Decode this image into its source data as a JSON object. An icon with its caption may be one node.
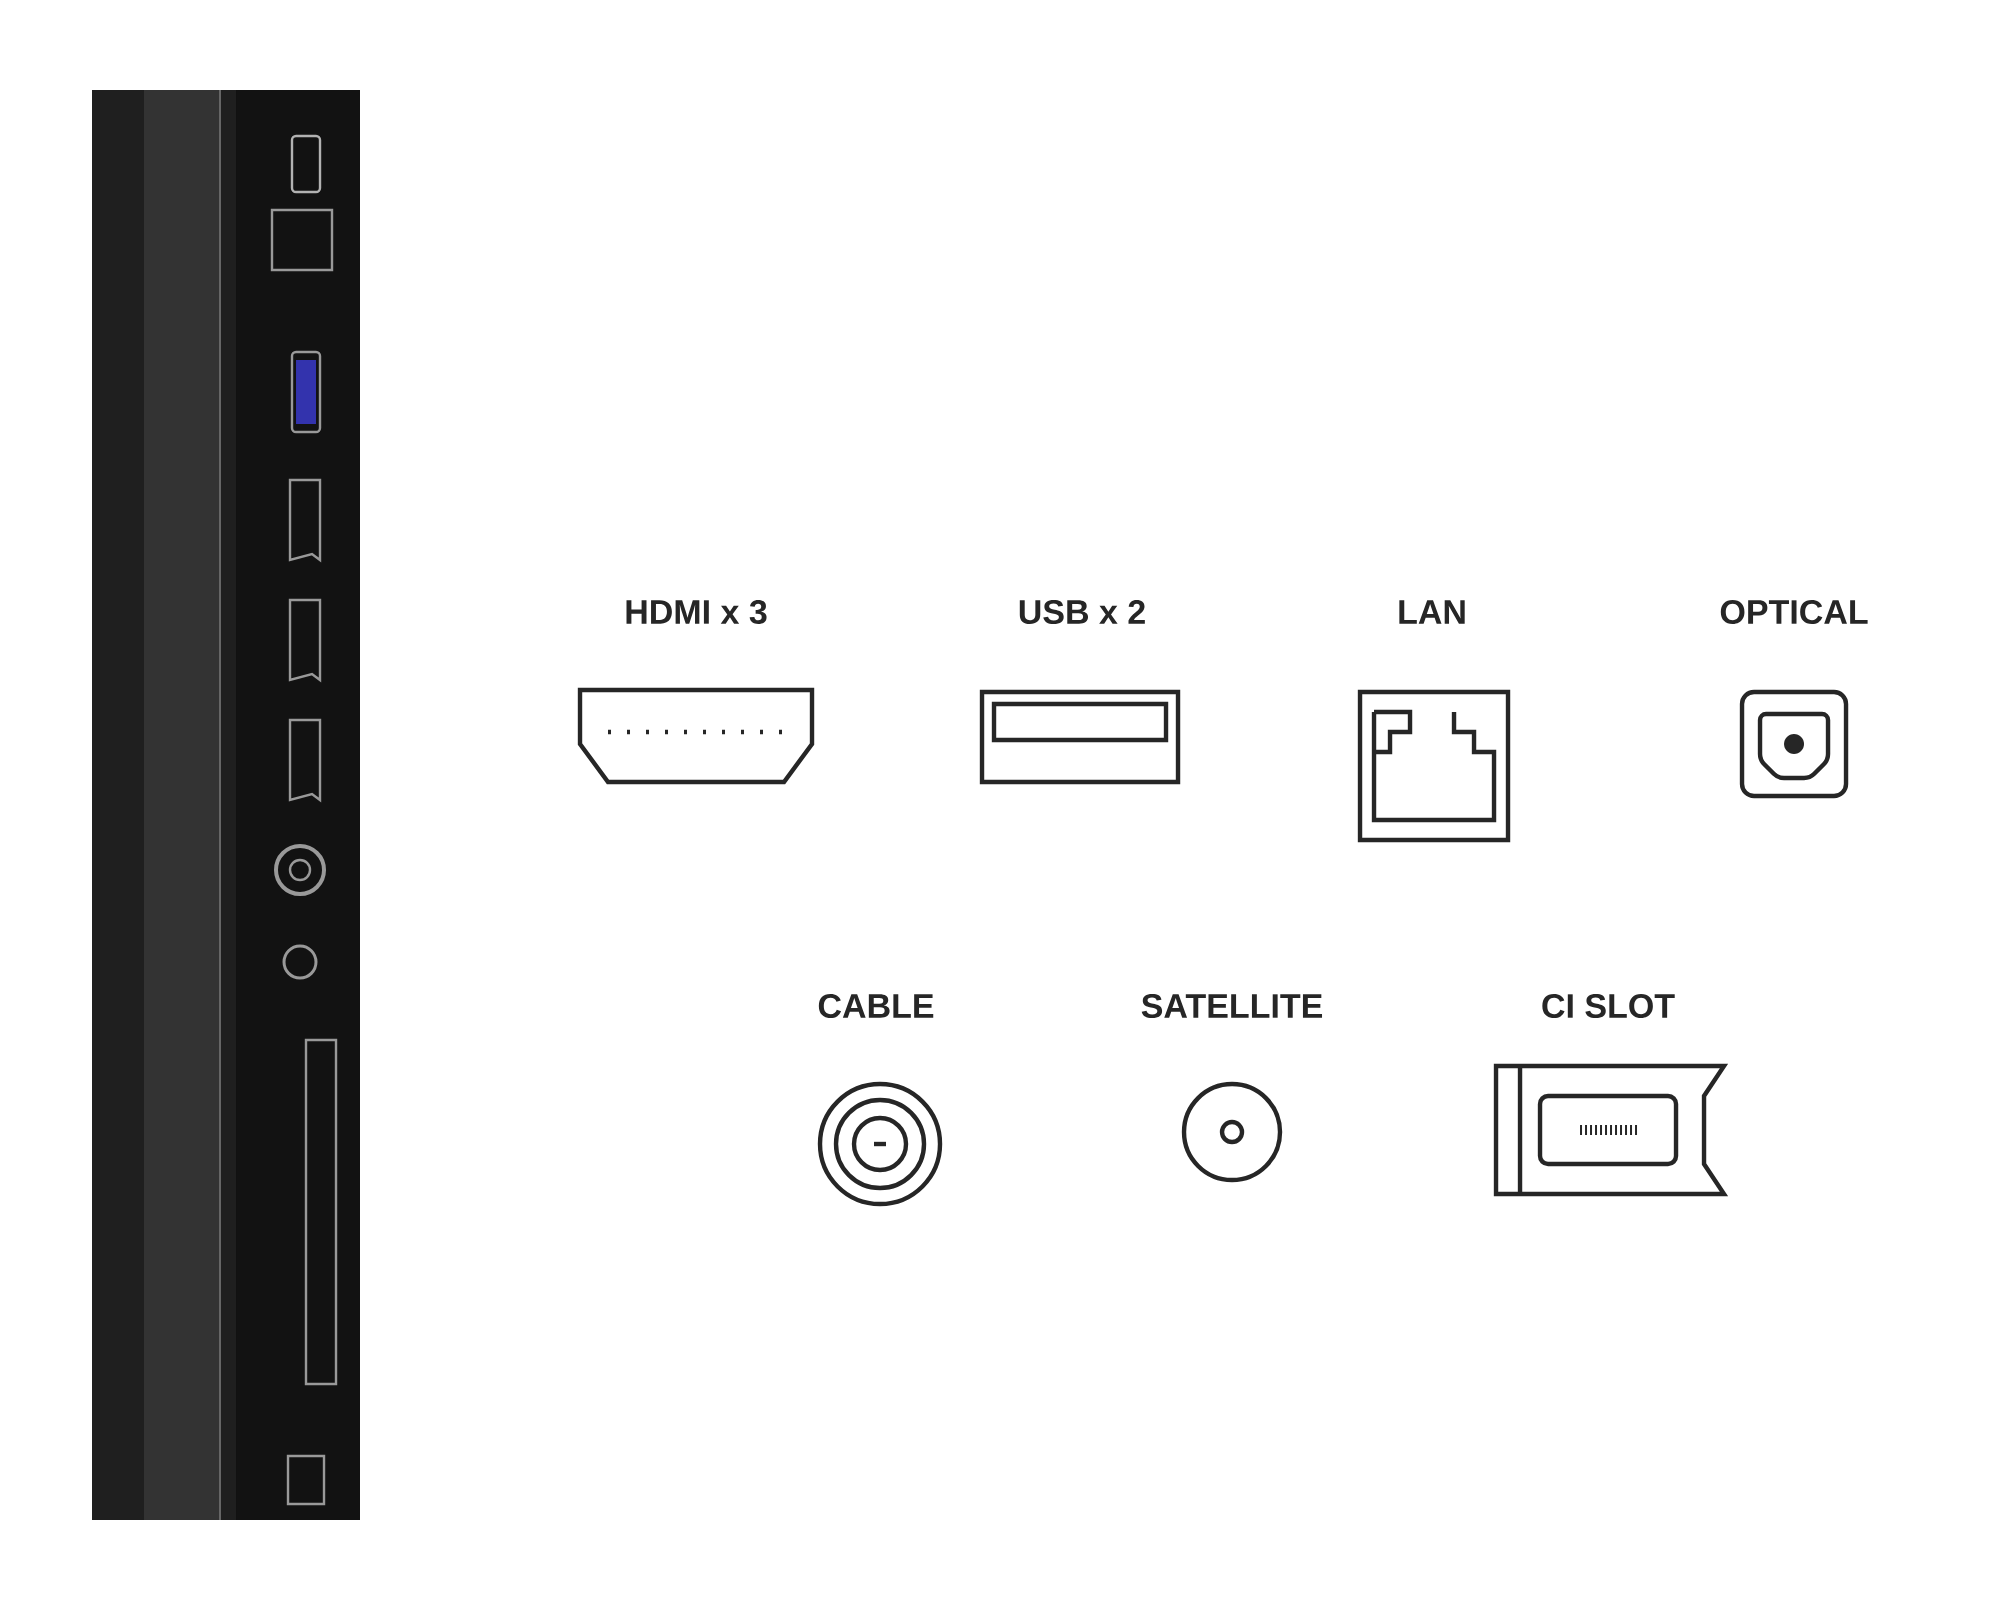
{
  "diagram": {
    "labels": [
      "HDMI x 3",
      "USB x 2",
      "LAN",
      "OPTICAL",
      "CABLE",
      "SATELLITE",
      "CI SLOT"
    ]
  }
}
